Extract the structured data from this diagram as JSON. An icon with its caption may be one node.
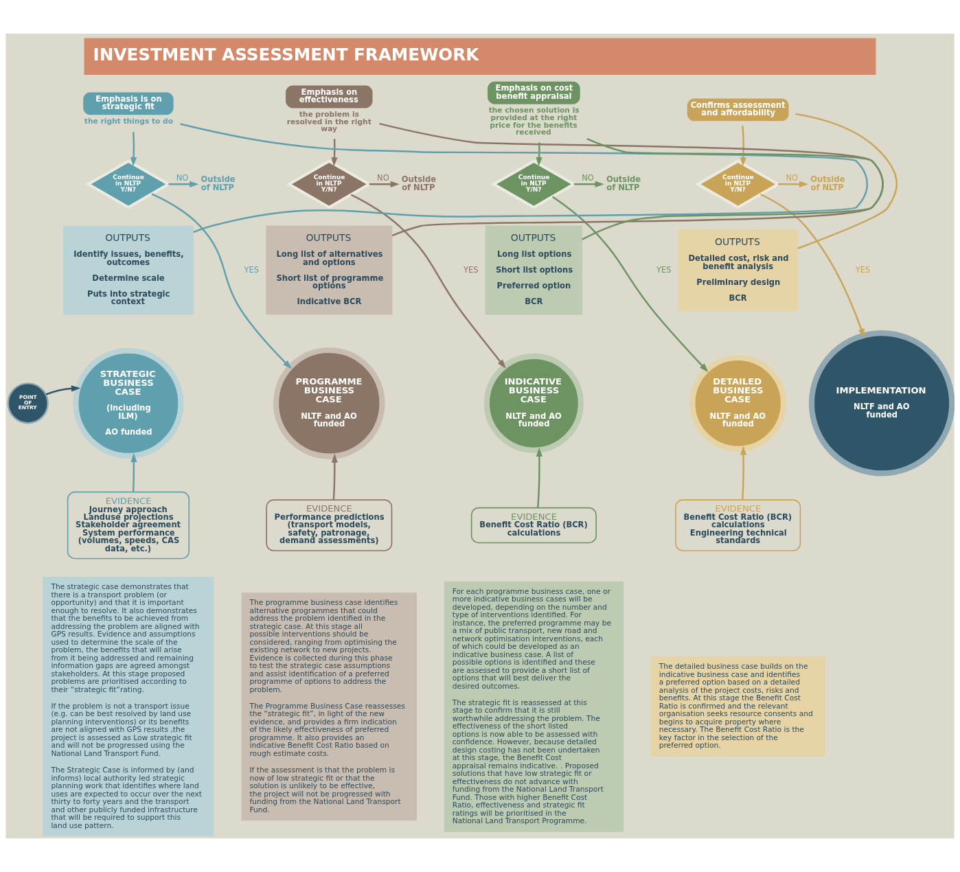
{
  "diagram": {
    "title": "INVESTMENT ASSESSMENT FRAMEWORK",
    "nodes": [
      {
        "text": [
          "Emphasis is on strategic fit"
        ],
        "beside": [
          "the right things to do"
        ]
      },
      {
        "text": [
          "Continue in NLTP Y/N?"
        ]
      },
      {
        "text": [
          "Outside of NLTP"
        ]
      },
      {
        "text": [
          "Emphasis on effectiveness"
        ],
        "beside": [
          "the problem is resolved in the right way"
        ]
      },
      {
        "text": [
          "Continue in NLTP Y/N?"
        ]
      },
      {
        "text": [
          "Outside of NLTP"
        ]
      },
      {
        "text": [
          "Emphasis on cost benefit appraisal"
        ],
        "beside": [
          "the chosen solution is provided at the right price for the benefits received"
        ]
      },
      {
        "text": [
          "Continue in NLTP Y/N?"
        ]
      },
      {
        "text": [
          "Outside of NLTP"
        ]
      },
      {
        "text": [
          "Confirms assessment and affordability"
        ]
      },
      {
        "text": [
          "Continue in NLTP Y/N?"
        ]
      },
      {
        "text": [
          "Outside of NLTP"
        ]
      },
      {
        "text": [
          "OUTPUTS",
          "Identify issues, benefits, outcomes",
          "Determine scale",
          "Puts into strategic context"
        ]
      },
      {
        "text": [
          "OUTPUTS",
          "Long list of alternatives and options",
          "Short list of programme options",
          "Indicative BCR"
        ]
      },
      {
        "text": [
          "OUTPUTS",
          "Long list options",
          "Short list options",
          "Preferred option",
          "BCR"
        ]
      },
      {
        "text": [
          "OUTPUTS",
          "Detailed cost, risk and benefit analysis",
          "Preliminary design",
          "BCR"
        ]
      },
      {
        "text": [
          "POINT OF ENTRY"
        ]
      },
      {
        "text": [
          "STRATEGIC BUSINESS CASE",
          "(including ILM)",
          "AO funded"
        ]
      },
      {
        "text": [
          "PROGRAMME BUSINESS CASE",
          "NLTF and AO funded"
        ]
      },
      {
        "text": [
          "INDICATIVE BUSINESS CASE",
          "NLTF and AO funded"
        ]
      },
      {
        "text": [
          "DETAILED BUSINESS CASE",
          "NLTF and AO funded"
        ]
      },
      {
        "text": [
          "IMPLEMENTATION",
          "NLTF and AO funded"
        ]
      },
      {
        "text": [
          "EVIDENCE",
          "Journey approach",
          "Landuse projections",
          "Stakeholder agreement",
          "System performance (volumes, speeds, CAS data, etc.)"
        ]
      },
      {
        "text": [
          "EVIDENCE",
          "Performance predictions (transport models, safety, patronage, demand assessments)"
        ]
      },
      {
        "text": [
          "EVIDENCE",
          "Benefit Cost Ratio (BCR) calculations"
        ]
      },
      {
        "text": [
          "EVIDENCE",
          "Benefit Cost Ratio (BCR) calculations",
          "Engineering technical standards"
        ]
      },
      {
        "text": [
          "The strategic case demonstrates that there is a transport problem (or opportunity) and that it is important enough to resolve. It also demonstrates that the benefits to be achieved from addressing the problem are aligned with GPS results. Evidence and assumptions used to determine the scale of the problem, the benefits that will arise from it being addressed and remaining information gaps are agreed amongst stakeholders. At this stage proposed problems are prioritised according to their “strategic fit”rating.",
          "If the problem is not a transport issue (e.g. can be best resolved by land use planning interventions) or its benefits are not aligned with GPS results ,the project is assessed as Low strategic fit and will not be progressed using the National Land Transport Fund.",
          "The Strategic Case is informed by (and informs) local authority led strategic planning work that identifies where land uses are expected to occur over the next thirty to forty years and the transport and other publicly funded infrastructure that will be required to support this land use pattern."
        ]
      },
      {
        "text": [
          "The programme business case identifies alternative programmes that could address the problem identified in the strategic case. At this stage all possible interventions should be considered, ranging from optimising the existing network to new projects. Evidence is collected during this phase to test the strategic case assumptions and assist identification of a preferred programme of options to address the problem.",
          "The Programme Business Case reassesses the “strategic fit”, in light of the new evidence, and provides a firm indication of the likely effectiveness of preferred programme. It also provides an indicative Benefit Cost Ratio based on rough estimate costs.",
          "If the assessment is that the problem is now of low strategic fit or that the solution is unlikely to be effective, the project will not be progressed with funding from the National Land Transport Fund."
        ]
      },
      {
        "text": [
          "For each programme business case, one or more indicative business cases will be developed, depending on the number and type of interventions identified. For instance, the preferred programme may be a mix of public transport, new road and network optimisation interventions, each of which could be developed as an indicative business case. A list of possible options is identified and these are assessed to provide a short list of options that will best deliver the desired outcomes.",
          "The strategic fit is reassessed at this stage to confirm that it is still worthwhile addressing the problem. The effectiveness of the short listed options is now able to be assessed with confidence. However, because detailed design costing has not been undertaken at this stage, the Benefit Cost appraisal remains indicative. . Proposed solutions that have low strategic fit or effectiveness do not advance with funding from the National Land Transport Fund. Those with higher Benefit Cost Ratio, effectiveness and strategic fit ratings will be prioritised in the National Land Transport Programme."
        ]
      },
      {
        "text": [
          "The detailed business case builds on the indicative business case and identifies a preferred option based on a detailed analysis of the project costs, risks and benefits. At this stage the Benefit Cost Ratio is confirmed and the relevant organisation seeks resource consents and begins to acquire property where necessary. The Benefit Cost Ratio is the key factor in the selection of the preferred option."
        ]
      }
    ],
    "edges": [
      {
        "from": 16,
        "to": 17,
        "arrow": "to",
        "color": "#2f5569"
      },
      {
        "from": 12,
        "to": 0,
        "arrow": "none",
        "color": "#5f9fae"
      },
      {
        "from": 0,
        "to": 1,
        "arrow": "to",
        "color": "#5f9fae"
      },
      {
        "from": 1,
        "to": 2,
        "arrow": "to",
        "label": "NO",
        "color": "#5f9fae"
      },
      {
        "from": 1,
        "to": 18,
        "arrow": "to",
        "label": "YES",
        "color": "#5f9fae"
      },
      {
        "from": 22,
        "to": 17,
        "arrow": "to",
        "color": "#5f9fae"
      },
      {
        "from": 13,
        "to": 3,
        "arrow": "none",
        "color": "#8b7566"
      },
      {
        "from": 3,
        "to": 4,
        "arrow": "to",
        "color": "#8b7566"
      },
      {
        "from": 4,
        "to": 5,
        "arrow": "to",
        "label": "NO",
        "color": "#8b7566"
      },
      {
        "from": 4,
        "to": 19,
        "arrow": "to",
        "label": "YES",
        "color": "#8b7566"
      },
      {
        "from": 23,
        "to": 18,
        "arrow": "to",
        "color": "#8b7566"
      },
      {
        "from": 14,
        "to": 6,
        "arrow": "none",
        "color": "#6e9363"
      },
      {
        "from": 6,
        "to": 7,
        "arrow": "to",
        "color": "#6e9363"
      },
      {
        "from": 7,
        "to": 8,
        "arrow": "to",
        "label": "NO",
        "color": "#6e9363"
      },
      {
        "from": 7,
        "to": 20,
        "arrow": "to",
        "label": "YES",
        "color": "#6e9363"
      },
      {
        "from": 24,
        "to": 19,
        "arrow": "to",
        "color": "#6e9363"
      },
      {
        "from": 15,
        "to": 9,
        "arrow": "none",
        "color": "#c9a458"
      },
      {
        "from": 9,
        "to": 10,
        "arrow": "to",
        "color": "#c9a458"
      },
      {
        "from": 10,
        "to": 11,
        "arrow": "to",
        "label": "NO",
        "color": "#c9a458"
      },
      {
        "from": 10,
        "to": 21,
        "arrow": "to",
        "label": "YES",
        "color": "#c9a458"
      },
      {
        "from": 25,
        "to": 20,
        "arrow": "to",
        "color": "#c9a458"
      }
    ]
  }
}
